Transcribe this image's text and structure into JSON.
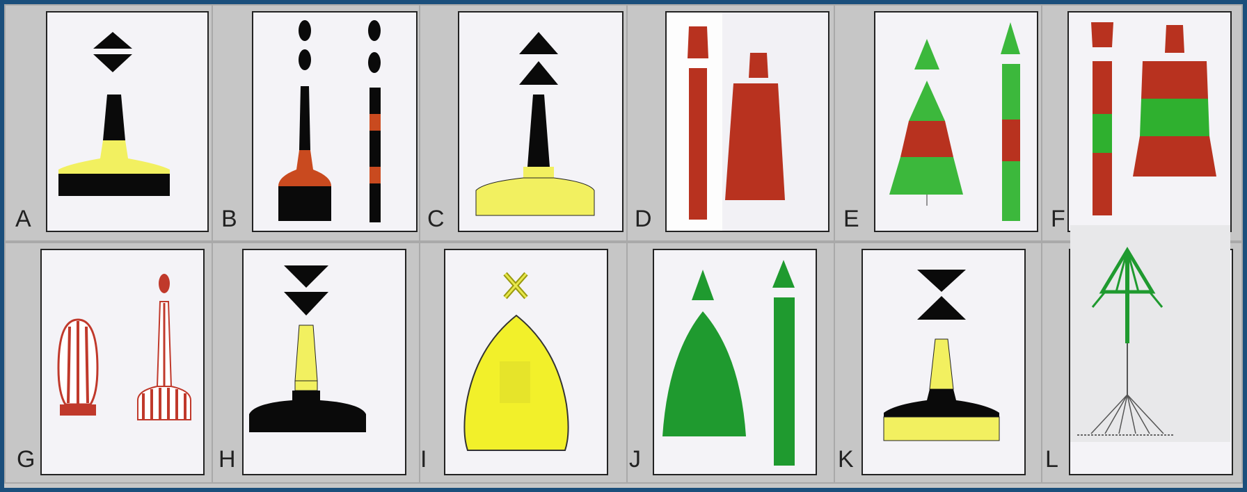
{
  "cards": [
    {
      "letter": "A",
      "icon": "black-topmark-diamond-buoy-icon"
    },
    {
      "letter": "B",
      "icon": "black-red-spar-buoys-icon"
    },
    {
      "letter": "C",
      "icon": "black-cones-up-buoy-icon"
    },
    {
      "letter": "D",
      "icon": "red-can-buoys-icon"
    },
    {
      "letter": "E",
      "icon": "green-red-cone-buoys-icon"
    },
    {
      "letter": "F",
      "icon": "red-green-can-buoys-icon"
    },
    {
      "letter": "G",
      "icon": "red-white-striped-buoys-icon"
    },
    {
      "letter": "H",
      "icon": "black-cones-down-buoy-icon"
    },
    {
      "letter": "I",
      "icon": "yellow-special-mark-buoy-icon"
    },
    {
      "letter": "J",
      "icon": "green-cone-buoys-icon"
    },
    {
      "letter": "K",
      "icon": "black-yellow-hourglass-buoy-icon"
    },
    {
      "letter": "L",
      "icon": "green-withy-mark-icon"
    }
  ],
  "colors": {
    "black": "#0a0a0a",
    "yellow": "#f2f060",
    "red": "#c0392b",
    "green": "#2fb02f",
    "white": "#ffffff"
  }
}
